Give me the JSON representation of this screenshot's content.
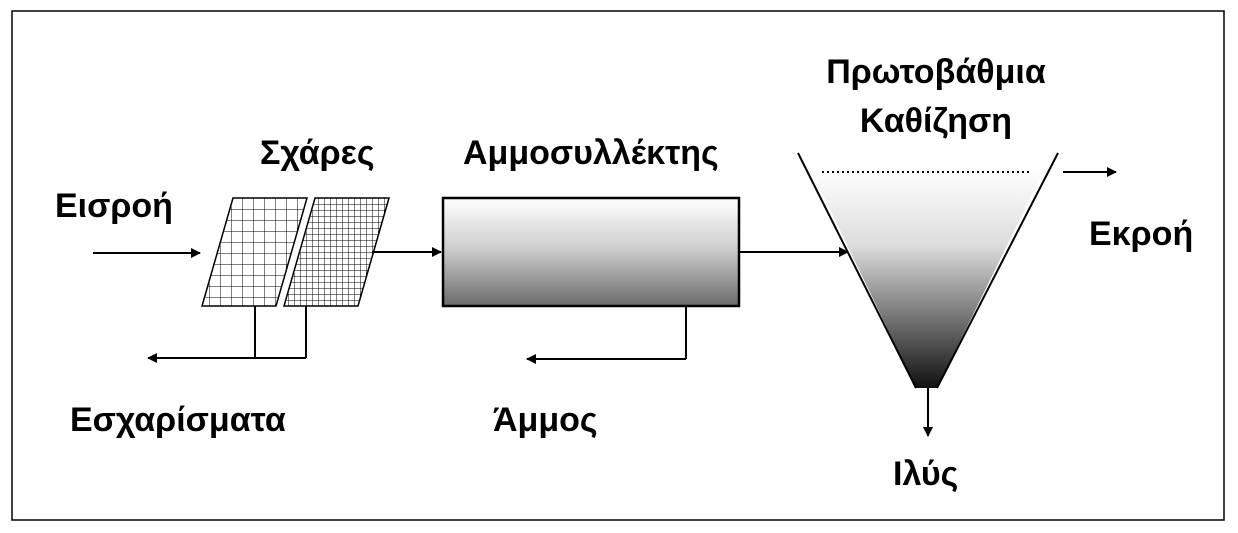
{
  "diagram": {
    "labels": {
      "inflow": "Εισροή",
      "screens": "Σχάρες",
      "grit_chamber": "Αμμοσυλλέκτης",
      "primary_settling_line1": "Πρωτοβάθμια",
      "primary_settling_line2": "Καθίζηση",
      "outflow": "Εκροή",
      "screenings": "Εσχαρίσματα",
      "sand": "Άμμος",
      "sludge": "Ιλύς"
    },
    "colors": {
      "stroke": "#000000",
      "background": "#ffffff",
      "gradient_light": "#ffffff",
      "gradient_dark": "#111111"
    }
  }
}
